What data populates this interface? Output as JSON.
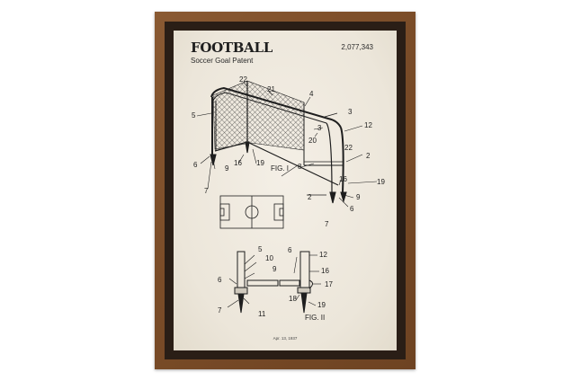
{
  "poster": {
    "title": "FOOTBALL",
    "subtitle": "Soccer Goal Patent",
    "patent_number": "2,077,343",
    "date": "Apr. 13, 1937",
    "fig1_caption": "FIG. I",
    "fig2_caption": "FIG. II"
  },
  "reference_numbers": {
    "n22a": "22",
    "n21": "21",
    "n4": "4",
    "n3a": "3",
    "n5a": "5",
    "n12a": "12",
    "n3b": "3",
    "n20": "20",
    "n6a": "6",
    "n9a": "9",
    "n16a": "16",
    "n19a": "19",
    "n8": "8",
    "n22b": "22",
    "n2a": "2",
    "n16b": "16",
    "n19b": "19",
    "n7a": "7",
    "n2b": "2",
    "n9b": "9",
    "n6b": "6",
    "n7b": "7",
    "n5b": "5",
    "n10": "10",
    "n9c": "9",
    "n6c": "6",
    "n7c": "7",
    "n11": "11",
    "n6d": "6",
    "n12b": "12",
    "n16c": "16",
    "n17": "17",
    "n18": "18",
    "n19c": "19"
  },
  "colors": {
    "frame": "#7a4c28",
    "paper": "#ece6da",
    "ink": "#1e1e1e"
  }
}
